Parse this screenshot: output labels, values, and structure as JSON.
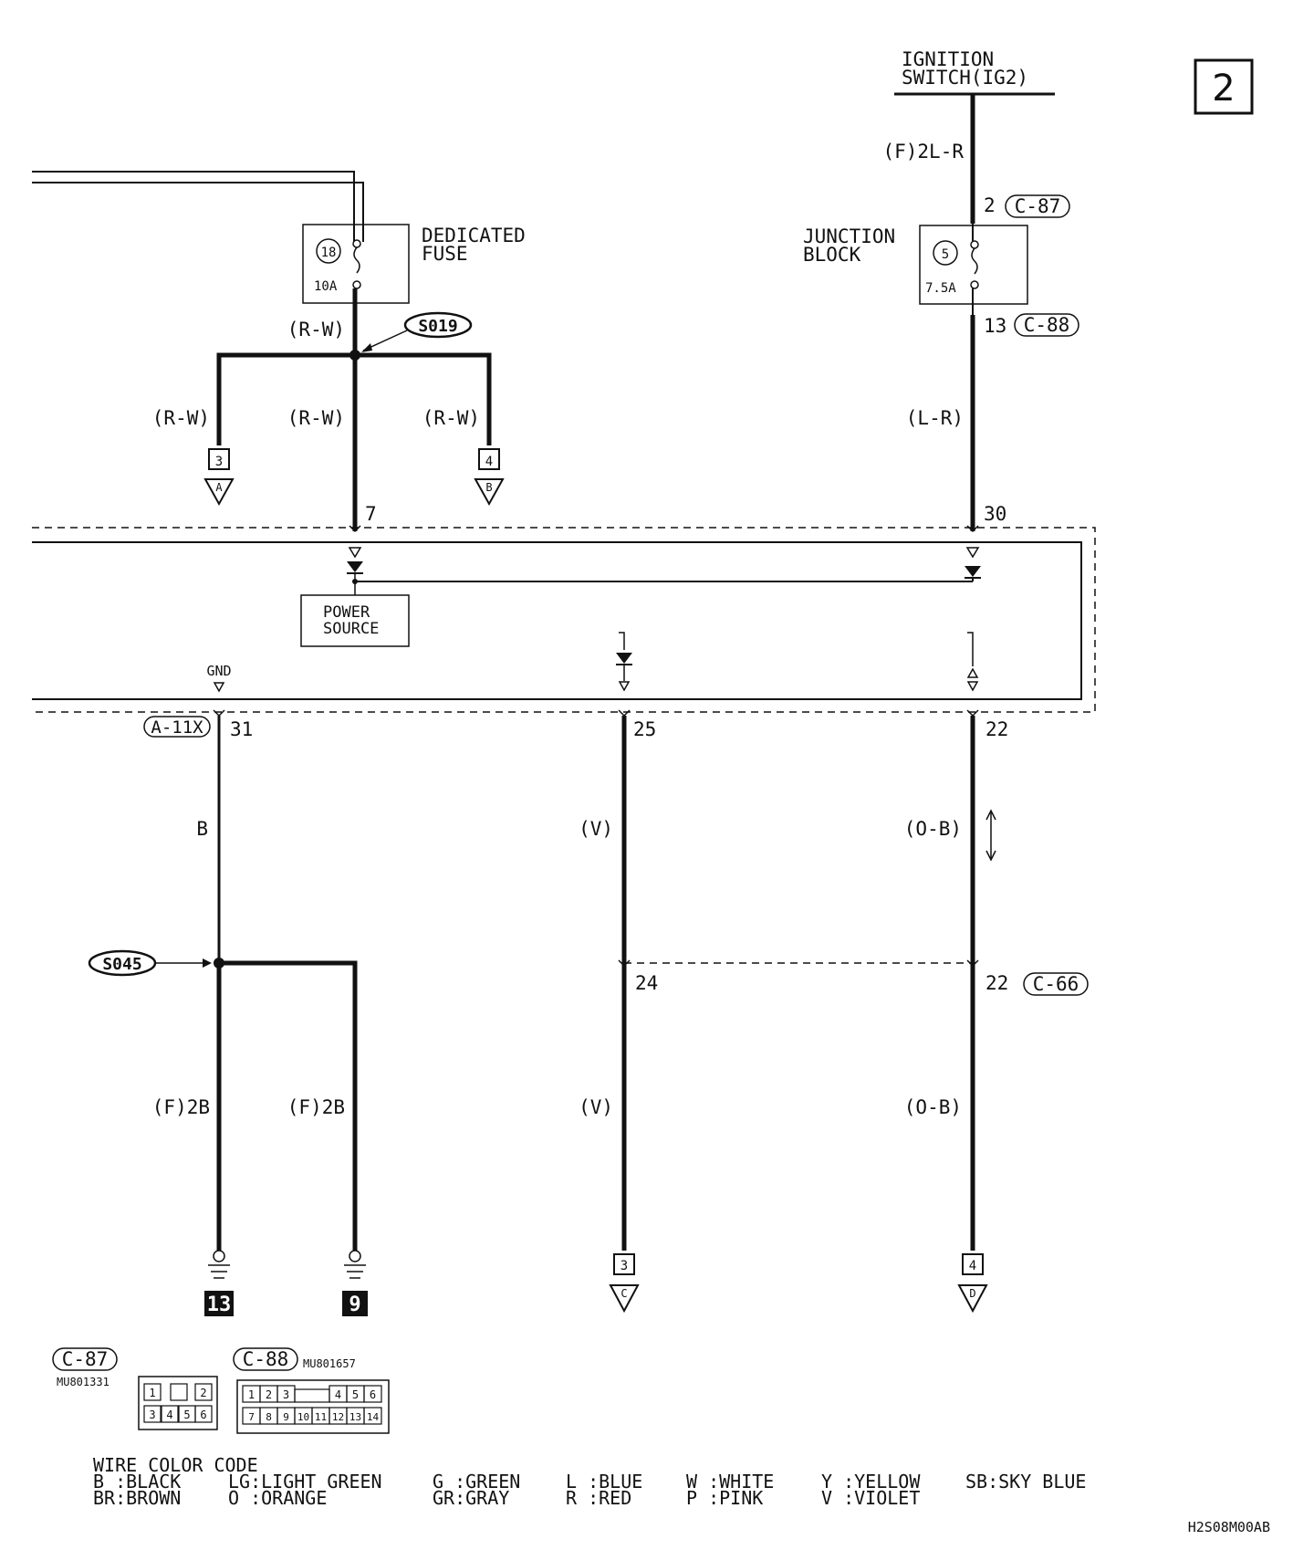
{
  "page_number": "2",
  "ignition_switch": {
    "line1": "IGNITION",
    "line2": "SWITCH(IG2)"
  },
  "wires": {
    "ign_feed": "(F)2L-R",
    "jb_out": "(L-R)",
    "fuse_out": "(R-W)",
    "branch_left": "(R-W)",
    "branch_mid": "(R-W)",
    "branch_right": "(R-W)",
    "gnd_wire": "B",
    "ground1": "(F)2B",
    "ground2": "(F)2B",
    "v_upper": "(V)",
    "v_lower": "(V)",
    "ob_upper": "(O-B)",
    "ob_lower": "(O-B)"
  },
  "dedicated_fuse": {
    "line1": "DEDICATED",
    "line2": "FUSE",
    "number": "18",
    "rating": "10A"
  },
  "junction_block": {
    "line1": "JUNCTION",
    "line2": "BLOCK",
    "number": "5",
    "rating": "7.5A"
  },
  "splices": {
    "s019": "S019",
    "s045": "S045"
  },
  "connectors": {
    "c87": "C-87",
    "c88": "C-88",
    "a11x": "A-11X",
    "c66": "C-66"
  },
  "pins": {
    "jb_in": "2",
    "jb_out": "13",
    "p7": "7",
    "p30": "30",
    "p31": "31",
    "p25": "25",
    "p22": "22",
    "p24": "24",
    "p22b": "22"
  },
  "ecu": {
    "gnd_label": "GND",
    "power_source_line1": "POWER",
    "power_source_line2": "SOURCE"
  },
  "offpage": {
    "a_num": "3",
    "a_letter": "A",
    "b_num": "4",
    "b_letter": "B",
    "c_num": "3",
    "c_letter": "C",
    "d_num": "4",
    "d_letter": "D"
  },
  "grounds": {
    "g1": "13",
    "g2": "9"
  },
  "connector_views": {
    "c87_part": "MU801331",
    "c87_pins": [
      "1",
      "2",
      "3",
      "4",
      "5",
      "6"
    ],
    "c88_part": "MU801657",
    "c88_pins": [
      "1",
      "2",
      "3",
      "4",
      "5",
      "6",
      "7",
      "8",
      "9",
      "10",
      "11",
      "12",
      "13",
      "14"
    ]
  },
  "wire_color_code": {
    "title": "WIRE COLOR CODE",
    "entries": [
      "B :BLACK",
      "BR:BROWN",
      "LG:LIGHT GREEN",
      "O :ORANGE",
      "G :GREEN",
      "GR:GRAY",
      "L :BLUE",
      "R :RED",
      "W :WHITE",
      "P :PINK",
      "Y :YELLOW",
      "V :VIOLET",
      "SB:SKY BLUE"
    ]
  },
  "figure_code": "H2S08M00AB"
}
